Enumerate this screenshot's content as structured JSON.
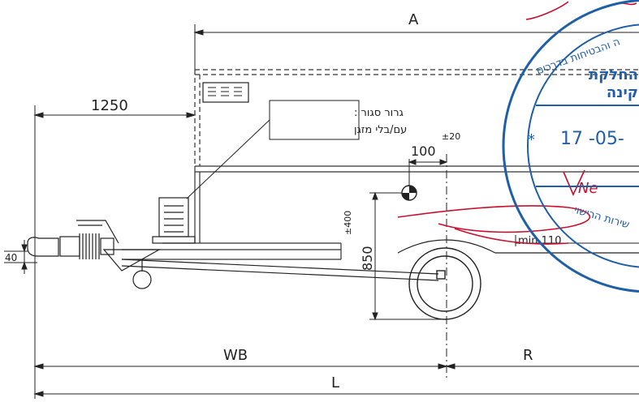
{
  "drawing": {
    "dim_A": "A",
    "dim_1250": "1250",
    "dim_100": "100",
    "dim_100_tol": "±20",
    "dim_850": "850",
    "dim_850_tol": "±400",
    "dim_40": "40",
    "dim_WB": "WB",
    "dim_R": "R",
    "dim_L": "L",
    "dim_min": "min 110"
  },
  "callout": {
    "line1": "גרור סגור :",
    "line2": "עם/בלי מזגן"
  },
  "stamp": {
    "ring_text": "ה והבטיחות בדרכים",
    "ring_text_bottom": "שירות הרישוי",
    "center_line1": "החלקת",
    "center_line2": "קינה",
    "date": "17 -05-",
    "star": "*",
    "signature": "Ne"
  },
  "colors": {
    "ink": "#222222",
    "stamp_blue": "#1f5fa8",
    "signature_red": "#c8102e"
  }
}
